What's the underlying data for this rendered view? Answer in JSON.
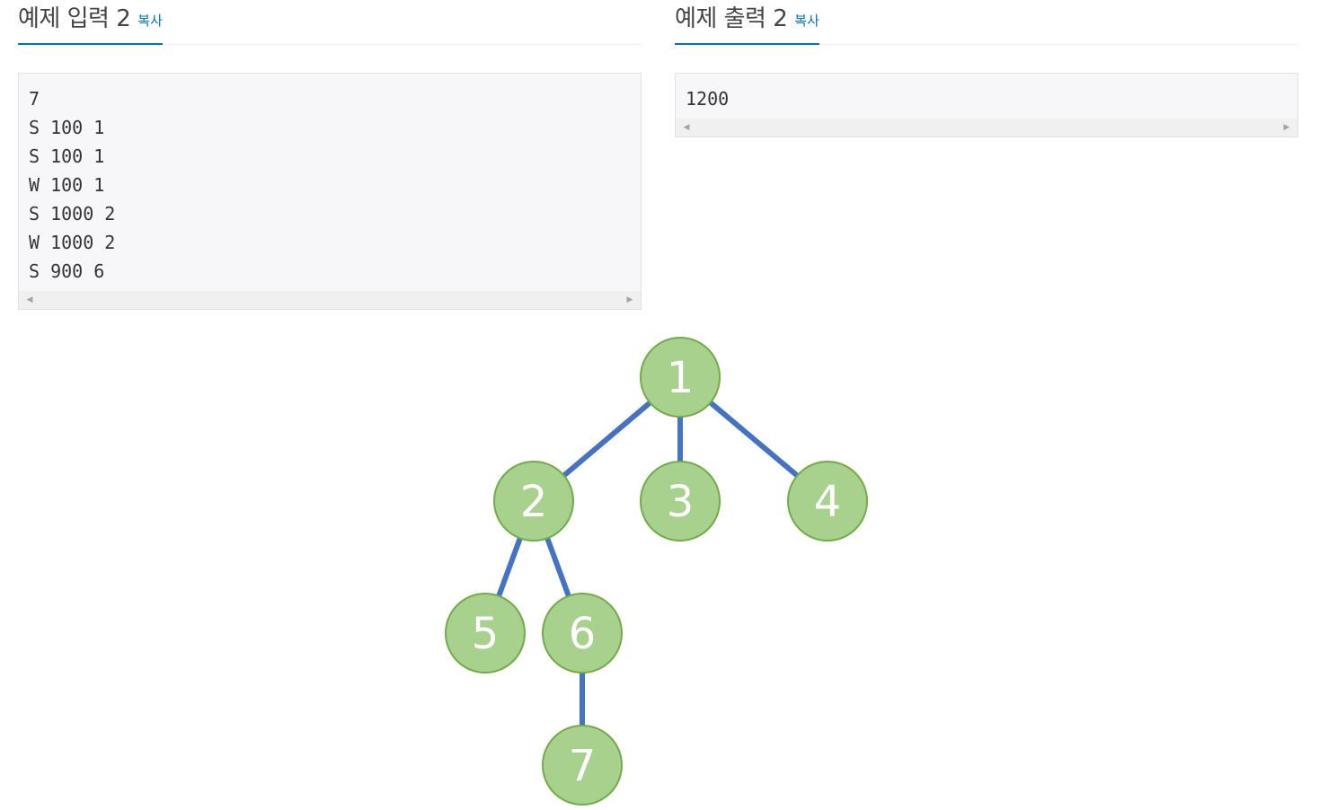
{
  "input_section": {
    "title": "예제 입력 2",
    "copy_label": "복사",
    "lines": [
      "7",
      "S 100 1",
      "S 100 1",
      "W 100 1",
      "S 1000 2",
      "W 1000 2",
      "S 900 6"
    ]
  },
  "output_section": {
    "title": "예제 출력 2",
    "copy_label": "복사",
    "lines": [
      "1200"
    ]
  },
  "tree_figure": {
    "nodes": [
      {
        "label": "1"
      },
      {
        "label": "2"
      },
      {
        "label": "3"
      },
      {
        "label": "4"
      },
      {
        "label": "5"
      },
      {
        "label": "6"
      },
      {
        "label": "7"
      }
    ],
    "edges": [
      [
        "1",
        "2"
      ],
      [
        "1",
        "3"
      ],
      [
        "1",
        "4"
      ],
      [
        "2",
        "5"
      ],
      [
        "2",
        "6"
      ],
      [
        "6",
        "7"
      ]
    ],
    "colors": {
      "node_fill": "#a9d18e",
      "node_stroke": "#70ad47",
      "edge": "#4472c4",
      "label": "#ffffff",
      "accent": "#0076c0"
    }
  }
}
